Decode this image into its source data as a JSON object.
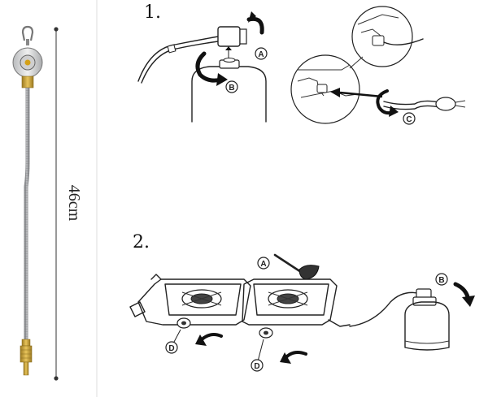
{
  "measurement_label": "46cm",
  "steps": [
    {
      "number": "1.",
      "callouts": [
        "A",
        "B",
        "C"
      ]
    },
    {
      "number": "2.",
      "callouts": [
        "A",
        "B",
        "D",
        "D"
      ]
    }
  ],
  "colors": {
    "hose_braid": "#a8aaad",
    "brass": "#c9a23a",
    "line": "#222222",
    "divider": "#d0d0d0"
  }
}
